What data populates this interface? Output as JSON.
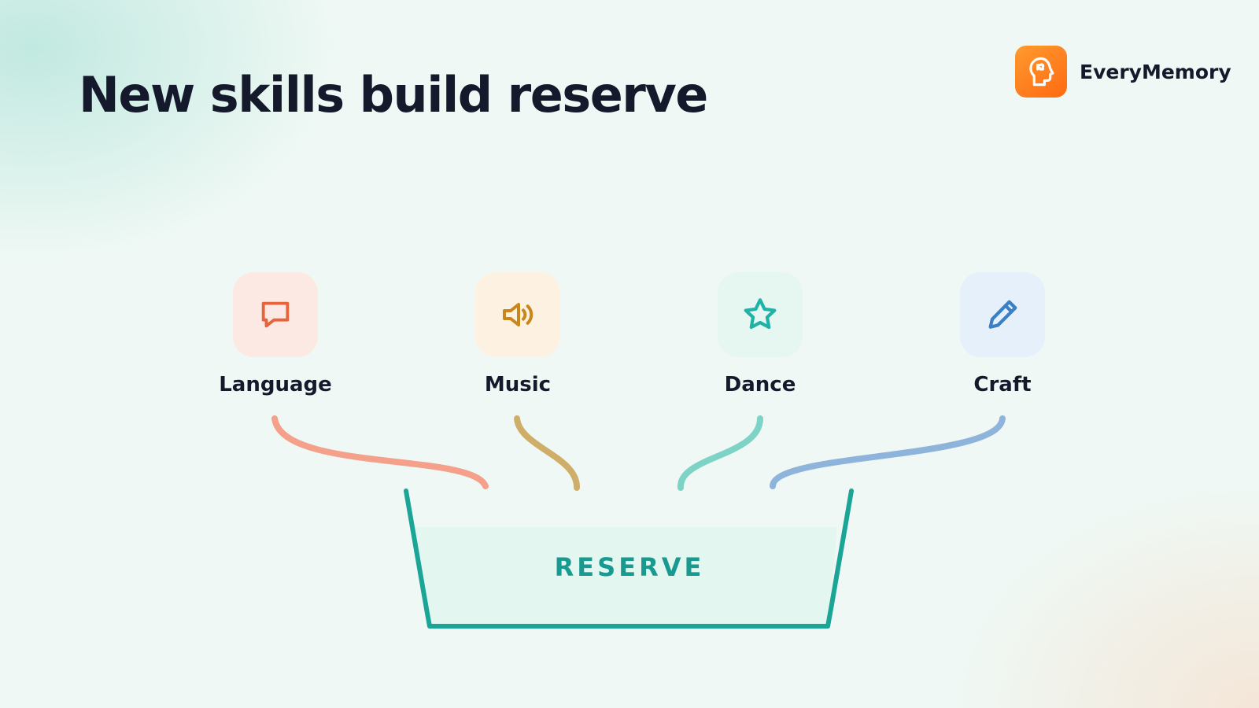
{
  "title": "New skills build reserve",
  "brand": {
    "name": "EveryMemory",
    "logo_icon": "head-puzzle-icon",
    "accent_color": "#ff7a1a"
  },
  "skills": [
    {
      "label": "Language",
      "icon": "chat-bubble-icon",
      "color": "#e8623a",
      "tile_color": "#fde9e4",
      "connector_color": "#f4a08a"
    },
    {
      "label": "Music",
      "icon": "speaker-icon",
      "color": "#c9871a",
      "tile_color": "#fdf1e2",
      "connector_color": "#cfae6a"
    },
    {
      "label": "Dance",
      "icon": "star-icon",
      "color": "#1fb2a6",
      "tile_color": "#e6f6f1",
      "connector_color": "#7ed3c7"
    },
    {
      "label": "Craft",
      "icon": "pencil-icon",
      "color": "#3b7fc4",
      "tile_color": "#e6f0fb",
      "connector_color": "#8fb4dc"
    }
  ],
  "reserve": {
    "label": "RESERVE",
    "color": "#1aa597"
  }
}
